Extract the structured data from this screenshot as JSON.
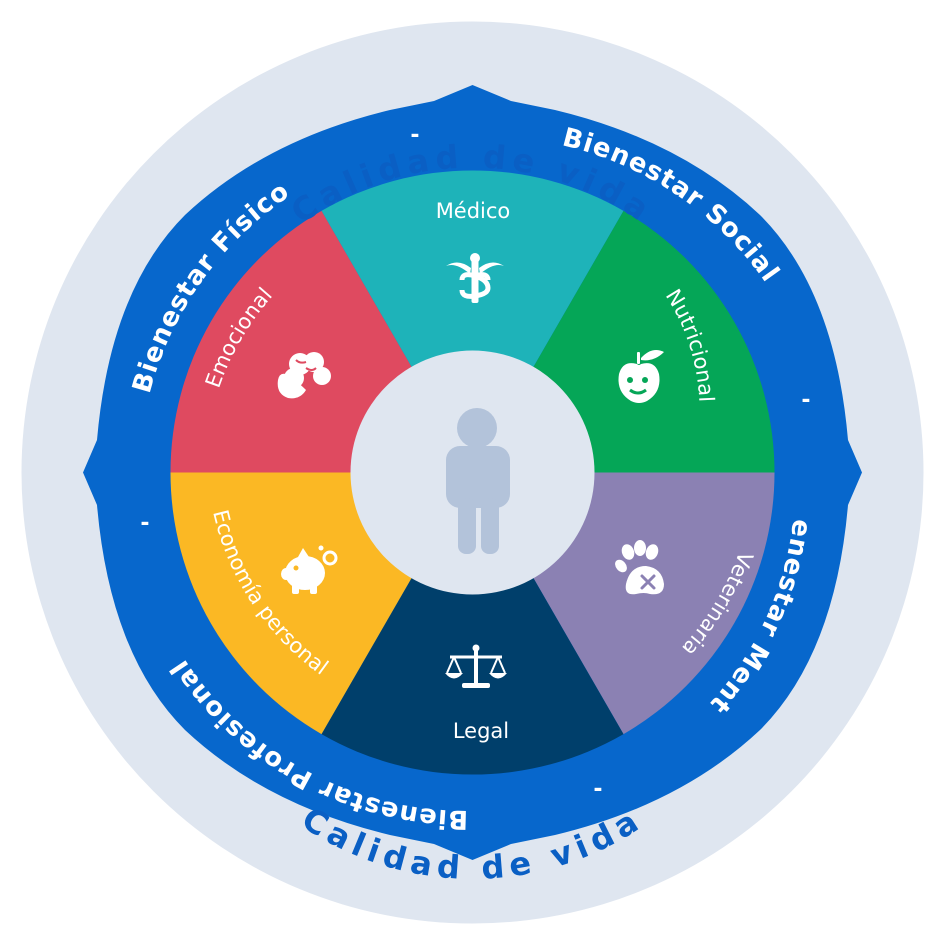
{
  "colors": {
    "outer_ring": "#dfe6f0",
    "blue_ring": "#0767cc",
    "outer_text": "#0a5fc4",
    "ring_text": "#ffffff",
    "center_circle": "#dfe6f0",
    "person_icon": "#b3c3da"
  },
  "outer_ring": {
    "top_label": "Calidad de vida",
    "bottom_label": "Calidad de vida"
  },
  "blue_ring": {
    "labels": [
      "Bienestar Social",
      "Bienestar Mental",
      "Bienestar Profesional",
      "Bienestar Físico"
    ],
    "separator": "-"
  },
  "segments": [
    {
      "label": "Médico",
      "color": "#1eb3b9",
      "icon": "caduceus-icon"
    },
    {
      "label": "Nutricional",
      "color": "#05a657",
      "icon": "apple-icon"
    },
    {
      "label": "Veterinaria",
      "color": "#8b81b3",
      "icon": "paw-icon"
    },
    {
      "label": "Legal",
      "color": "#003f6b",
      "icon": "scales-icon"
    },
    {
      "label": "Economía personal",
      "color": "#fbb824",
      "icon": "piggy-bank-icon"
    },
    {
      "label": "Emocional",
      "color": "#df4a60",
      "icon": "brain-heart-icon"
    }
  ],
  "center": {
    "icon": "person-icon"
  }
}
